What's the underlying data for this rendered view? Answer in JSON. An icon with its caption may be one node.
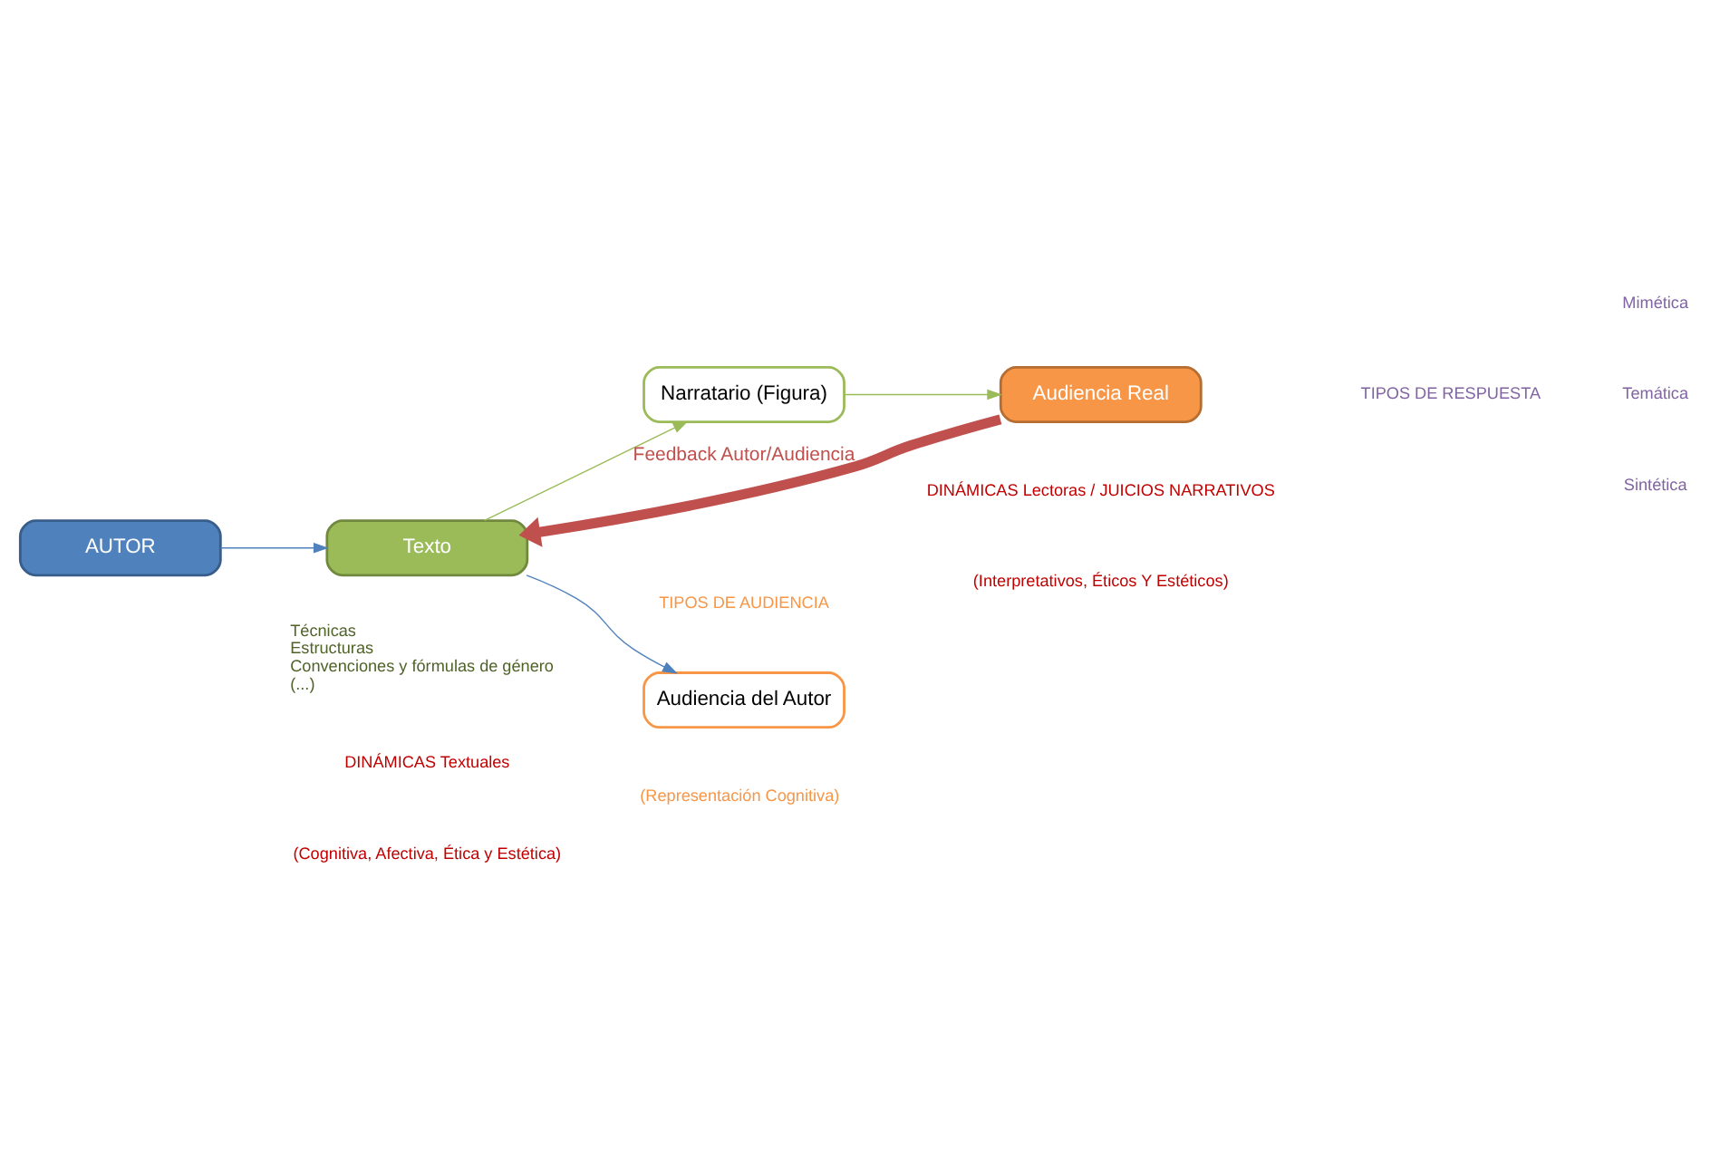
{
  "diagram": {
    "nodes": [
      {
        "text": [
          "AUTOR"
        ]
      },
      {
        "text": [
          "Texto"
        ],
        "beside": [
          "Técnicas",
          "Estructuras",
          "Convenciones y fórmulas de género",
          "(...)"
        ]
      },
      {
        "text": [
          "Audiencia del Autor"
        ],
        "beside": [
          "(Representación Cognitiva)"
        ]
      },
      {
        "text": [
          "Narratario (Figura)"
        ]
      },
      {
        "text": [
          "Audiencia Real"
        ]
      }
    ],
    "edges": [
      {
        "from": 0,
        "to": 1,
        "arrow": "to",
        "color": "#4f81bd"
      },
      {
        "from": 1,
        "to": 2,
        "arrow": "to",
        "color": "#4f81bd"
      },
      {
        "from": 1,
        "to": 3,
        "arrow": "to",
        "color": "#9bbb59"
      },
      {
        "from": 3,
        "to": 4,
        "arrow": "to",
        "color": "#9bbb59"
      },
      {
        "from": 4,
        "to": 1,
        "arrow": "to",
        "label": "Feedback Autor/Audiencia",
        "style": "thick",
        "color": "#c0504d"
      }
    ],
    "labels": [
      "TIPOS DE AUDIENCIA",
      "TIPOS DE RESPUESTA",
      "Mimética",
      "Temática",
      "Sintética",
      "DINÁMICAS Textuales",
      "(Cognitiva, Afectiva, Ética y Estética)",
      "DINÁMICAS Lectoras / JUICIOS NARRATIVOS",
      "(Interpretativos, Éticos Y Estéticos)"
    ]
  }
}
